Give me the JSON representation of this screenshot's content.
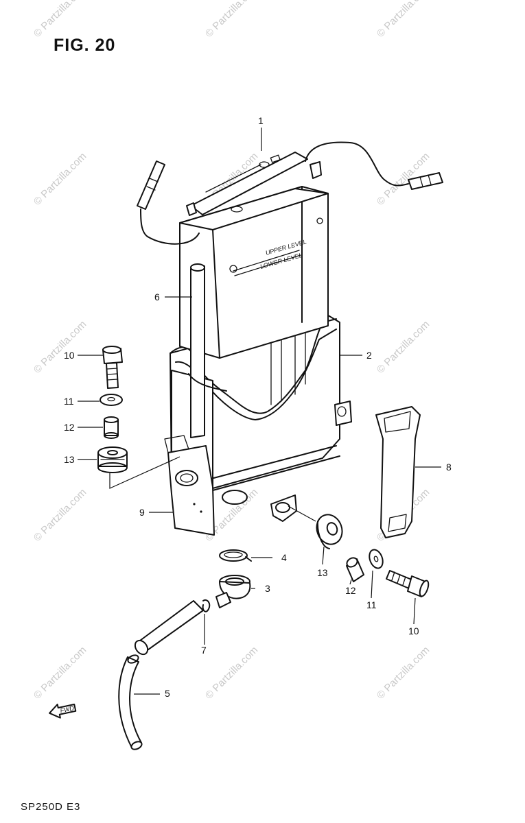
{
  "figure": {
    "title": "FIG. 20",
    "model": "SP250D E3",
    "watermark": "© Partzilla.com",
    "battery_upper_label": "UPPER LEVEL",
    "battery_lower_label": "LOWER LEVEL",
    "fwd_label": "FWD"
  },
  "callouts": [
    {
      "id": "c1",
      "label": "1"
    },
    {
      "id": "c2",
      "label": "2"
    },
    {
      "id": "c3",
      "label": "3"
    },
    {
      "id": "c4",
      "label": "4"
    },
    {
      "id": "c5",
      "label": "5"
    },
    {
      "id": "c6",
      "label": "6"
    },
    {
      "id": "c7",
      "label": "7"
    },
    {
      "id": "c8",
      "label": "8"
    },
    {
      "id": "c9",
      "label": "9"
    },
    {
      "id": "c10a",
      "label": "10"
    },
    {
      "id": "c11a",
      "label": "11"
    },
    {
      "id": "c12a",
      "label": "12"
    },
    {
      "id": "c13a",
      "label": "13"
    },
    {
      "id": "c13b",
      "label": "13"
    },
    {
      "id": "c12b",
      "label": "12"
    },
    {
      "id": "c11b",
      "label": "11"
    },
    {
      "id": "c10b",
      "label": "10"
    }
  ],
  "icons": {
    "fwd_arrow": "fwd-arrow-icon"
  }
}
